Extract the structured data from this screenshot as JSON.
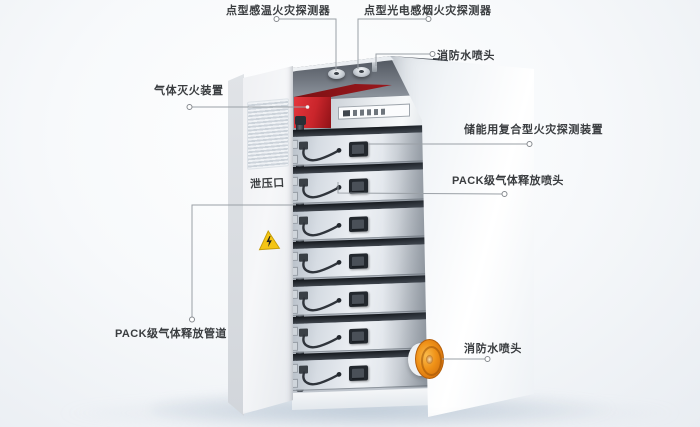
{
  "labels": {
    "detector_heat": "点型感温火灾探测器",
    "detector_smoke": "点型光电感烟火灾探测器",
    "sprinkler_top": "消防水喷头",
    "gas_suppression": "气体灭火装置",
    "pressure_relief": "泄压口",
    "composite_detector": "储能用复合型火灾探测装置",
    "pack_nozzle": "PACK级气体释放喷头",
    "pack_pipe": "PACK级气体释放管道",
    "sprinkler_bottom": "消防水喷头"
  },
  "cabinet": {
    "battery_module_count": 7
  },
  "colors": {
    "accent_red": "#c9252b",
    "accent_red_dark": "#7c1013",
    "accent_orange": "#ef9117",
    "warning_yellow": "#f4c514",
    "label_text": "#3a3d40",
    "leader_line": "#9aa0a6"
  }
}
